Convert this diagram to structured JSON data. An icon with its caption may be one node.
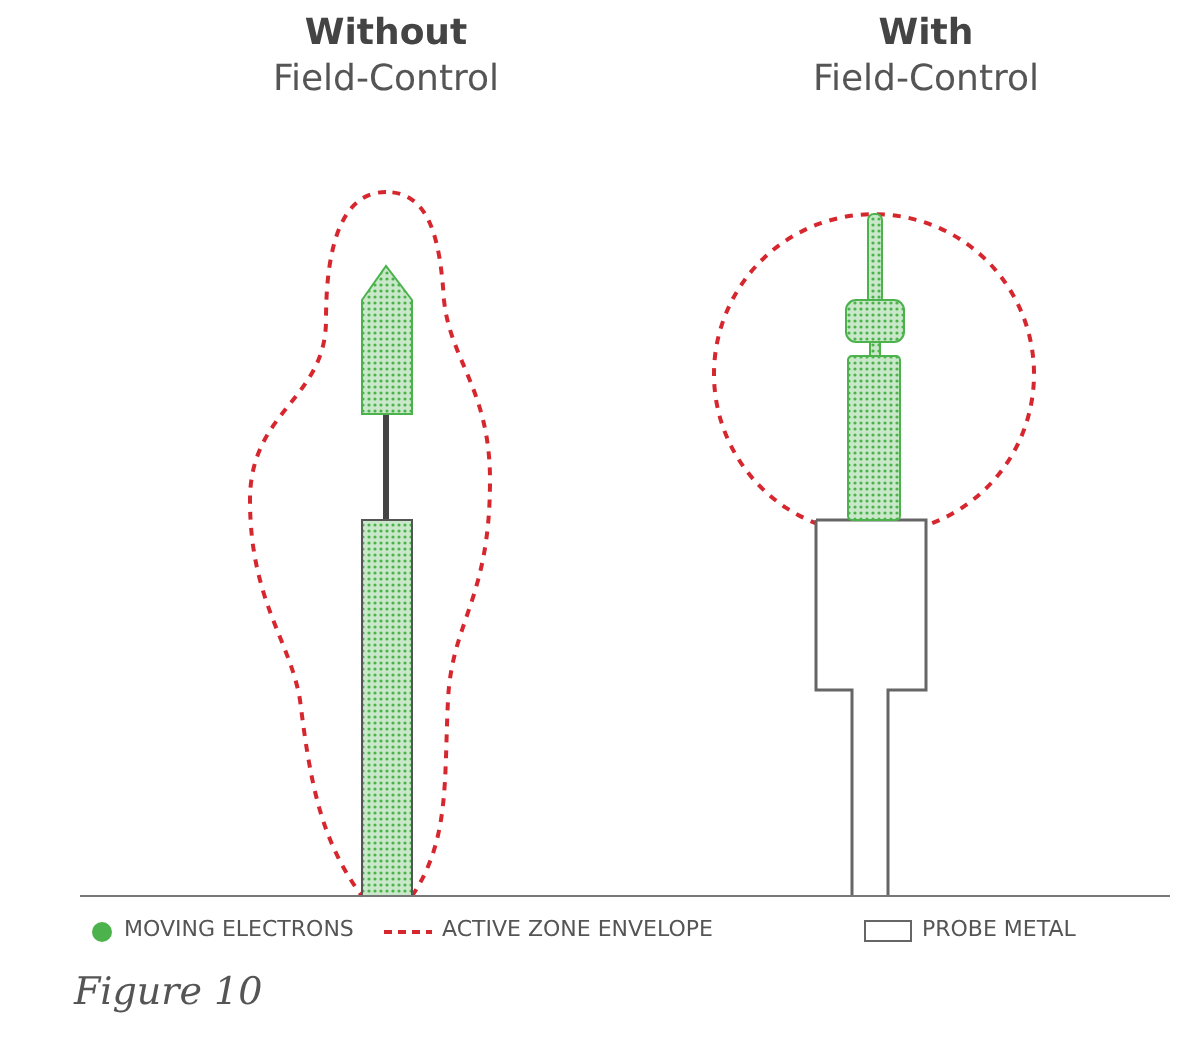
{
  "diagram": {
    "caption": "Figure 10",
    "labels": [
      "Without",
      "Field-Control",
      "With",
      "Field-Control"
    ],
    "legend": [
      {
        "text": "MOVING ELECTRONS",
        "color": "#4cb34c"
      },
      {
        "text": "ACTIVE ZONE ENVELOPE"
      },
      {
        "text": "PROBE METAL"
      }
    ]
  }
}
